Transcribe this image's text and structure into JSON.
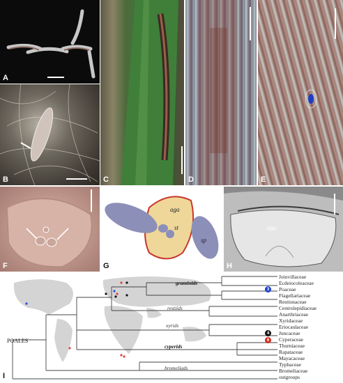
{
  "panels": {
    "A": "A",
    "B": "B",
    "C": "C",
    "D": "D",
    "E": "E",
    "F": "F",
    "G": "G",
    "H": "H",
    "I": "I"
  },
  "diagram_G": {
    "aga": "aga",
    "st": "st",
    "sp": "sp"
  },
  "scan_H": {
    "aga": "aga"
  },
  "phylogeny": {
    "root_label": "POALES",
    "taxa": [
      "Joinvillaceae",
      "Ecdeiocoleaceae",
      "Poaceae",
      "Flagellariaceae",
      "Restionaceae",
      "Centrolepidiaceae",
      "Anarthriaceae",
      "Xyridaceae",
      "Eriocaulaceae",
      "Juncaceae",
      "Cyperaceae",
      "Thurniaceae",
      "Rapataceae",
      "Mayacaceae",
      "Typhaceae",
      "Bromeliaceae",
      "outgroups"
    ],
    "clades": {
      "graminids": "graminids",
      "restiids": "restiids",
      "xyrids": "xyrids",
      "cyperids": "cyperids",
      "bromeliads": "bromeliads"
    },
    "badges": [
      {
        "value": "3",
        "color": "#1a3fd0"
      },
      {
        "value": "4",
        "color": "#111111"
      },
      {
        "value": "6",
        "color": "#d02a1a"
      }
    ]
  },
  "colors": {
    "map": "#d4d4d4",
    "tree": "#444444",
    "blue_dot": "#2a4fd6",
    "black_dot": "#111111",
    "red_dot": "#e0453a",
    "aga_fill": "#efd79a",
    "sp_fill": "#8c8fb8",
    "red_lining": "#c9362a"
  }
}
